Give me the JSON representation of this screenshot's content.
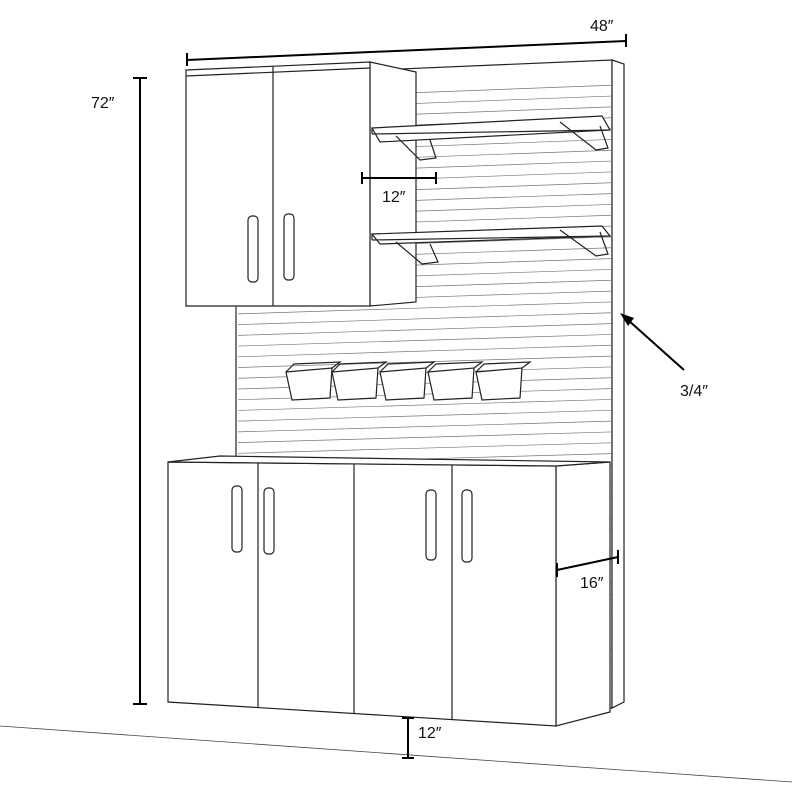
{
  "dimensions": {
    "width": "48″",
    "height": "72″",
    "shelf_depth": "12″",
    "panel_thickness": "3/4″",
    "base_depth": "16″",
    "floor_clearance": "12″"
  }
}
